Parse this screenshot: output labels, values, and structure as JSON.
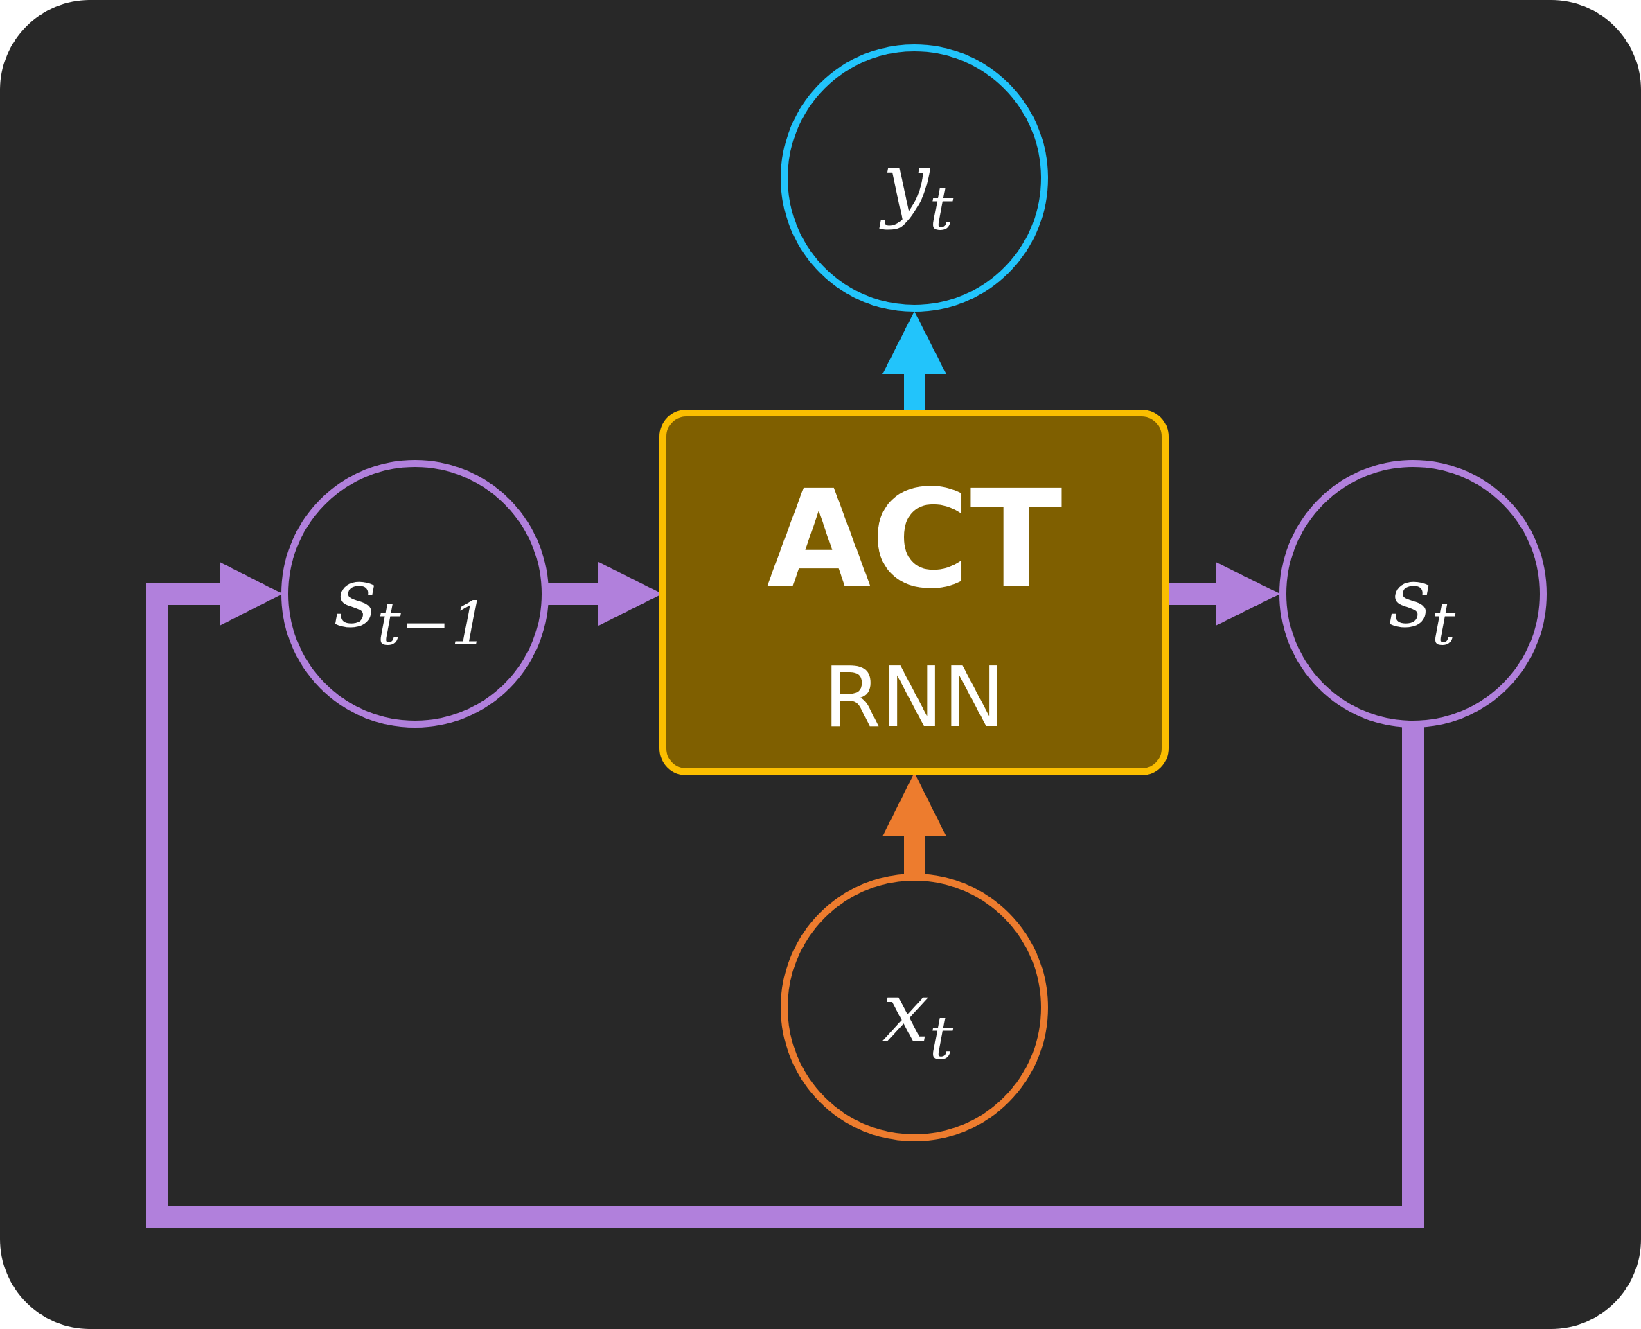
{
  "colors": {
    "background": "#282828",
    "state": "#b180dc",
    "output": "#22c4fb",
    "input": "#ed7c2e",
    "box_fill": "#7f5f00",
    "box_border": "#fbbe00",
    "text": "#ffffff"
  },
  "box": {
    "title": "ACT",
    "subtitle": "RNN"
  },
  "nodes": {
    "prev_state": {
      "symbol": "s",
      "subscript": "t−1"
    },
    "state": {
      "symbol": "s",
      "subscript": "t"
    },
    "output": {
      "symbol": "y",
      "subscript": "t"
    },
    "input": {
      "symbol": "x",
      "subscript": "t"
    }
  }
}
